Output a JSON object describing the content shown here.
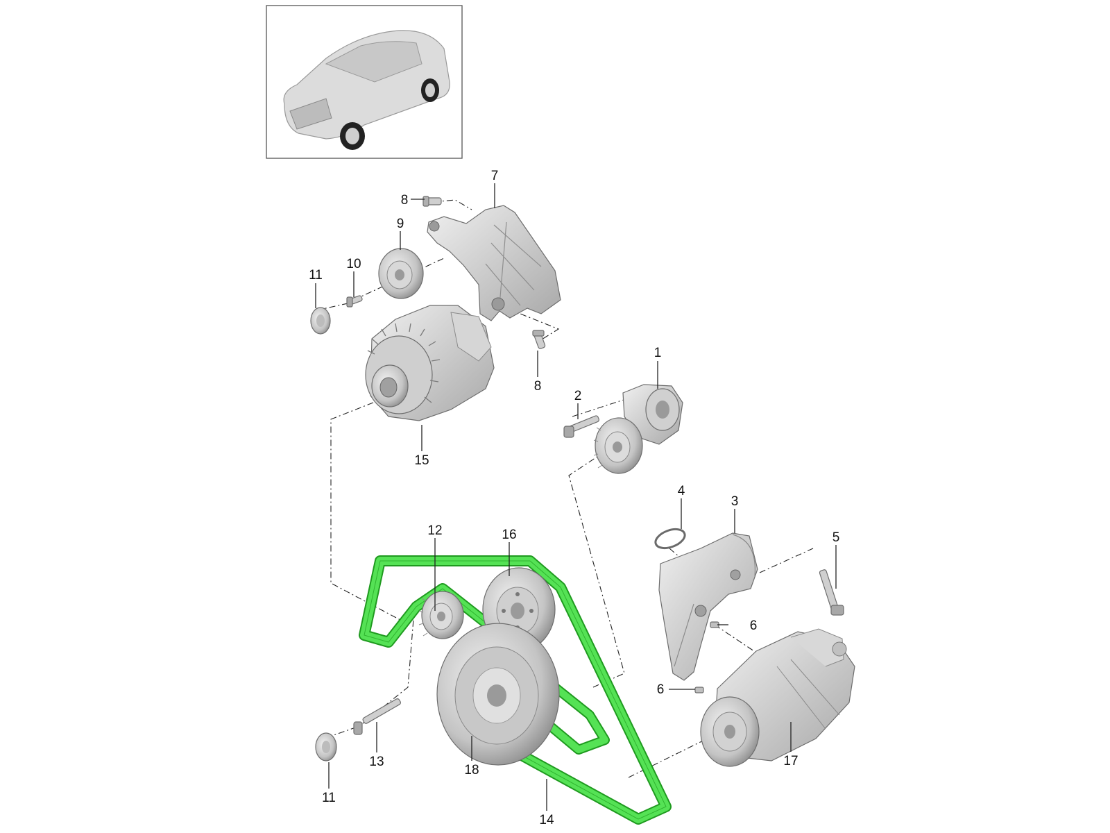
{
  "diagram": {
    "title": "",
    "colors": {
      "belt": "#55e255",
      "belt_outline": "#1f9a1f",
      "part_light": "#e8e8e8",
      "part_mid": "#bdbdbd",
      "part_dark": "#8a8a8a",
      "frame": "#555555"
    },
    "vehicle_thumbnail": {
      "icon": "car-icon"
    },
    "callouts": [
      {
        "id": "c1",
        "label": "1"
      },
      {
        "id": "c2",
        "label": "2"
      },
      {
        "id": "c3",
        "label": "3"
      },
      {
        "id": "c4",
        "label": "4"
      },
      {
        "id": "c5",
        "label": "5"
      },
      {
        "id": "c6a",
        "label": "6"
      },
      {
        "id": "c6b",
        "label": "6"
      },
      {
        "id": "c7",
        "label": "7"
      },
      {
        "id": "c8a",
        "label": "8"
      },
      {
        "id": "c8b",
        "label": "8"
      },
      {
        "id": "c9",
        "label": "9"
      },
      {
        "id": "c10",
        "label": "10"
      },
      {
        "id": "c11a",
        "label": "11"
      },
      {
        "id": "c11b",
        "label": "11"
      },
      {
        "id": "c12",
        "label": "12"
      },
      {
        "id": "c13",
        "label": "13"
      },
      {
        "id": "c14",
        "label": "14"
      },
      {
        "id": "c15",
        "label": "15"
      },
      {
        "id": "c16",
        "label": "16"
      },
      {
        "id": "c17",
        "label": "17"
      },
      {
        "id": "c18",
        "label": "18"
      }
    ]
  }
}
